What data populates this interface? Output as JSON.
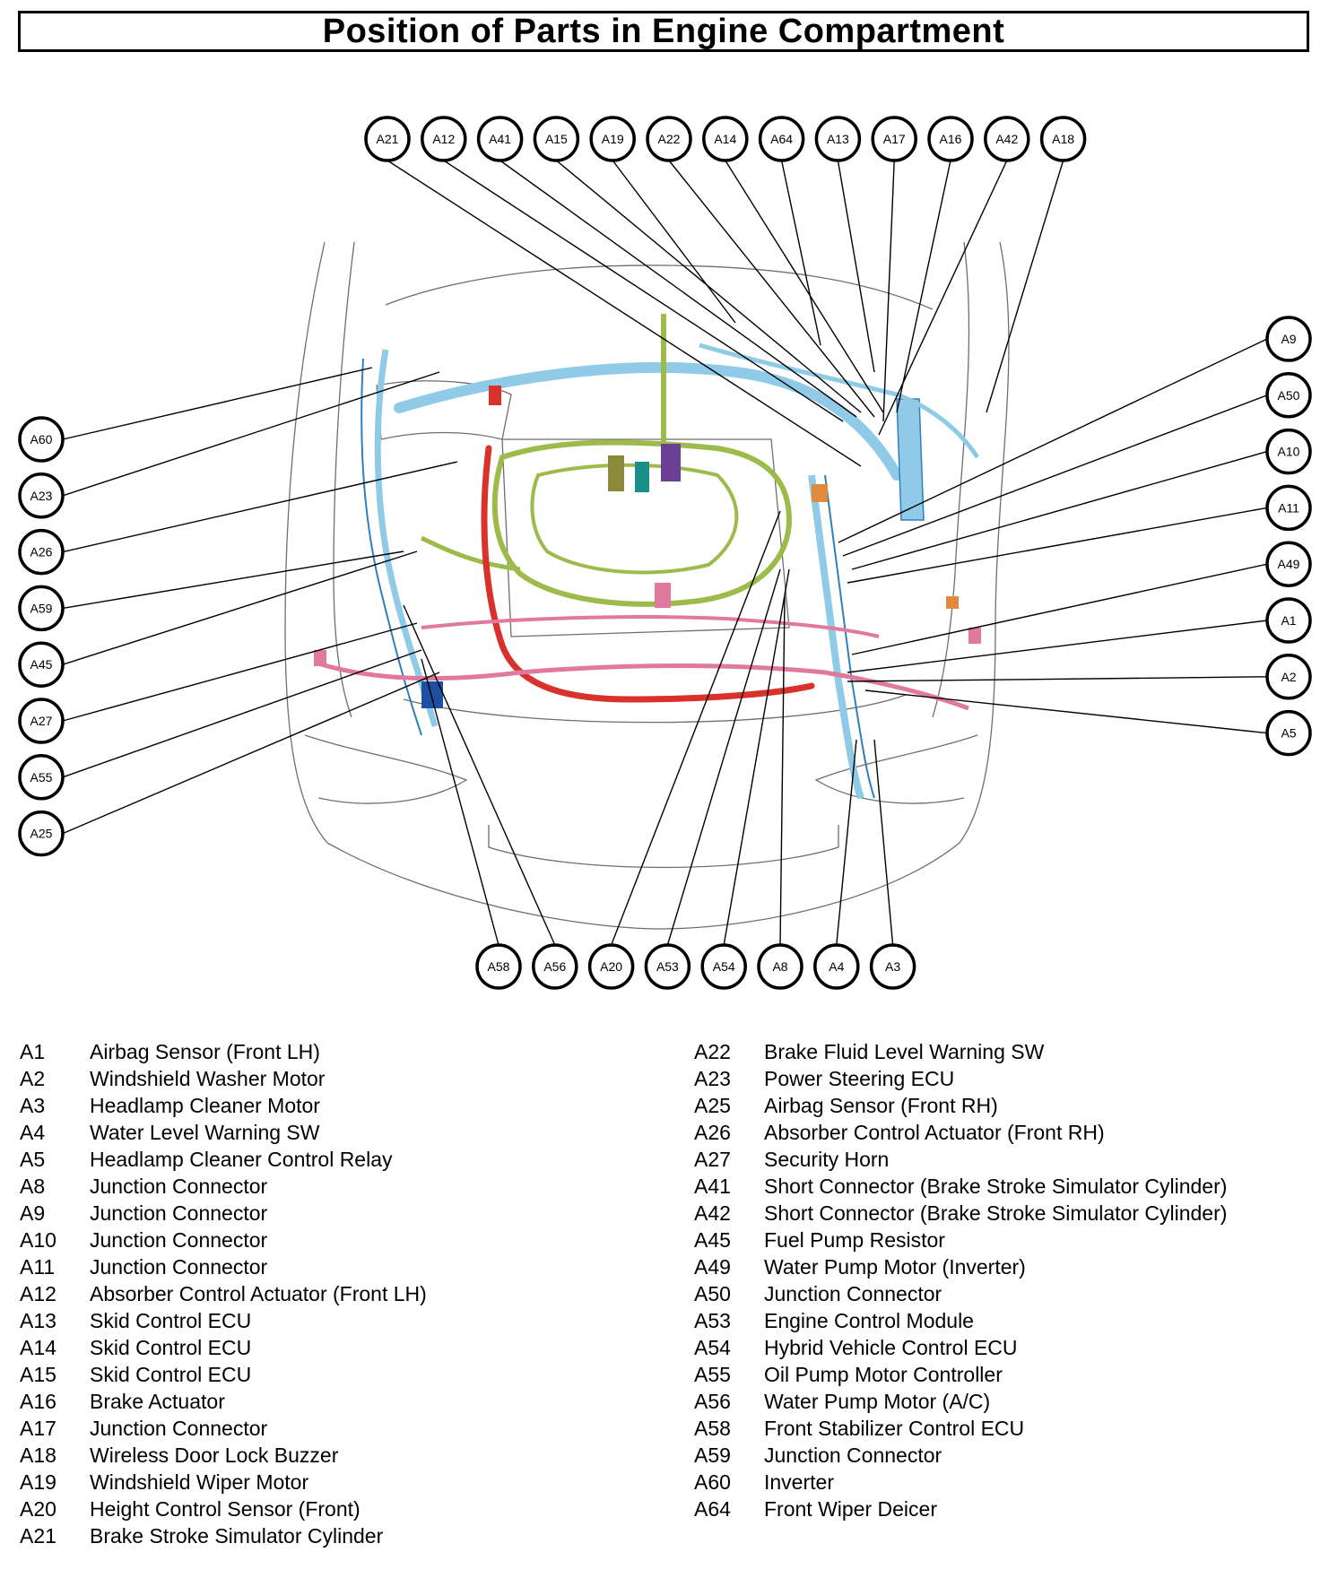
{
  "title": "Position of Parts in Engine Compartment",
  "callouts": {
    "top": [
      "A21",
      "A12",
      "A41",
      "A15",
      "A19",
      "A22",
      "A14",
      "A64",
      "A13",
      "A17",
      "A16",
      "A42",
      "A18"
    ],
    "left": [
      "A60",
      "A23",
      "A26",
      "A59",
      "A45",
      "A27",
      "A55",
      "A25"
    ],
    "right": [
      "A9",
      "A50",
      "A10",
      "A11",
      "A49",
      "A1",
      "A2",
      "A5"
    ],
    "bottom": [
      "A58",
      "A56",
      "A20",
      "A53",
      "A54",
      "A8",
      "A4",
      "A3"
    ]
  },
  "wire_colors": {
    "harness_blue": "#8fcbe6",
    "harness_blue_dark": "#2f7fbf",
    "engine_green": "#9dbb4a",
    "power_red": "#d9312b",
    "body_pink": "#e0799d",
    "connector_orange": "#e08a3c",
    "ecu_purple": "#6c3f97",
    "ecu_teal": "#1a8f8a",
    "connector_olive": "#8a8a3a"
  },
  "legend": {
    "left": [
      {
        "code": "A1",
        "name": "Airbag Sensor (Front LH)"
      },
      {
        "code": "A2",
        "name": "Windshield Washer Motor"
      },
      {
        "code": "A3",
        "name": "Headlamp Cleaner Motor"
      },
      {
        "code": "A4",
        "name": "Water Level Warning SW"
      },
      {
        "code": "A5",
        "name": "Headlamp Cleaner Control Relay"
      },
      {
        "code": "A8",
        "name": "Junction Connector"
      },
      {
        "code": "A9",
        "name": "Junction Connector"
      },
      {
        "code": "A10",
        "name": "Junction Connector"
      },
      {
        "code": "A11",
        "name": "Junction Connector"
      },
      {
        "code": "A12",
        "name": "Absorber Control Actuator (Front LH)"
      },
      {
        "code": "A13",
        "name": "Skid Control ECU"
      },
      {
        "code": "A14",
        "name": "Skid Control ECU"
      },
      {
        "code": "A15",
        "name": "Skid Control ECU"
      },
      {
        "code": "A16",
        "name": "Brake Actuator"
      },
      {
        "code": "A17",
        "name": "Junction Connector"
      },
      {
        "code": "A18",
        "name": "Wireless Door Lock Buzzer"
      },
      {
        "code": "A19",
        "name": "Windshield Wiper Motor"
      },
      {
        "code": "A20",
        "name": "Height Control Sensor (Front)"
      },
      {
        "code": "A21",
        "name": "Brake Stroke Simulator Cylinder"
      }
    ],
    "right": [
      {
        "code": "A22",
        "name": "Brake Fluid Level Warning SW"
      },
      {
        "code": "A23",
        "name": "Power Steering ECU"
      },
      {
        "code": "A25",
        "name": "Airbag Sensor (Front RH)"
      },
      {
        "code": "A26",
        "name": "Absorber Control Actuator (Front RH)"
      },
      {
        "code": "A27",
        "name": "Security Horn"
      },
      {
        "code": "A41",
        "name": "Short Connector (Brake Stroke Simulator Cylinder)"
      },
      {
        "code": "A42",
        "name": "Short Connector (Brake Stroke Simulator Cylinder)"
      },
      {
        "code": "A45",
        "name": "Fuel Pump Resistor"
      },
      {
        "code": "A49",
        "name": "Water Pump Motor (Inverter)"
      },
      {
        "code": "A50",
        "name": "Junction Connector"
      },
      {
        "code": "A53",
        "name": "Engine Control Module"
      },
      {
        "code": "A54",
        "name": "Hybrid Vehicle Control ECU"
      },
      {
        "code": "A55",
        "name": "Oil Pump Motor Controller"
      },
      {
        "code": "A56",
        "name": "Water Pump Motor (A/C)"
      },
      {
        "code": "A58",
        "name": "Front Stabilizer Control ECU"
      },
      {
        "code": "A59",
        "name": "Junction Connector"
      },
      {
        "code": "A60",
        "name": "Inverter"
      },
      {
        "code": "A64",
        "name": "Front Wiper Deicer"
      }
    ]
  }
}
